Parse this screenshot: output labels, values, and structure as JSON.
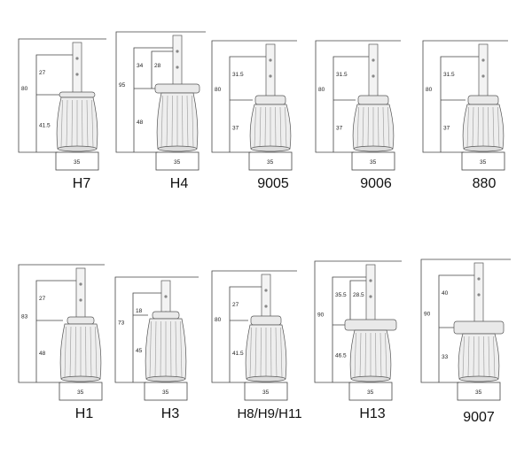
{
  "bulbs": [
    {
      "label": "H7",
      "dims": {
        "total": "80",
        "upper": "27",
        "lower": "41.5",
        "width": "35"
      }
    },
    {
      "label": "H4",
      "dims": {
        "total": "95",
        "upper": "34",
        "upper2": "28",
        "lower": "48",
        "width": "35"
      }
    },
    {
      "label": "9005",
      "dims": {
        "total": "80",
        "upper": "31.5",
        "lower": "37",
        "width": "35"
      }
    },
    {
      "label": "9006",
      "dims": {
        "total": "80",
        "upper": "31.5",
        "lower": "37",
        "width": "35"
      }
    },
    {
      "label": "880",
      "dims": {
        "total": "80",
        "upper": "31.5",
        "lower": "37",
        "width": "35"
      }
    },
    {
      "label": "H1",
      "dims": {
        "total": "83",
        "upper": "27",
        "lower": "48",
        "width": "35"
      }
    },
    {
      "label": "H3",
      "dims": {
        "total": "73",
        "upper": "18",
        "lower": "45",
        "width": "35"
      }
    },
    {
      "label": "H8/H9/H11",
      "dims": {
        "total": "80",
        "upper": "27",
        "lower": "41.5",
        "width": "35"
      }
    },
    {
      "label": "H13",
      "dims": {
        "total": "90",
        "upper": "35.5",
        "upper2": "28.5",
        "lower": "46.5",
        "width": "35"
      }
    },
    {
      "label": "9007",
      "dims": {
        "total": "90",
        "upper": "40",
        "lower": "33",
        "width": "35"
      }
    }
  ]
}
